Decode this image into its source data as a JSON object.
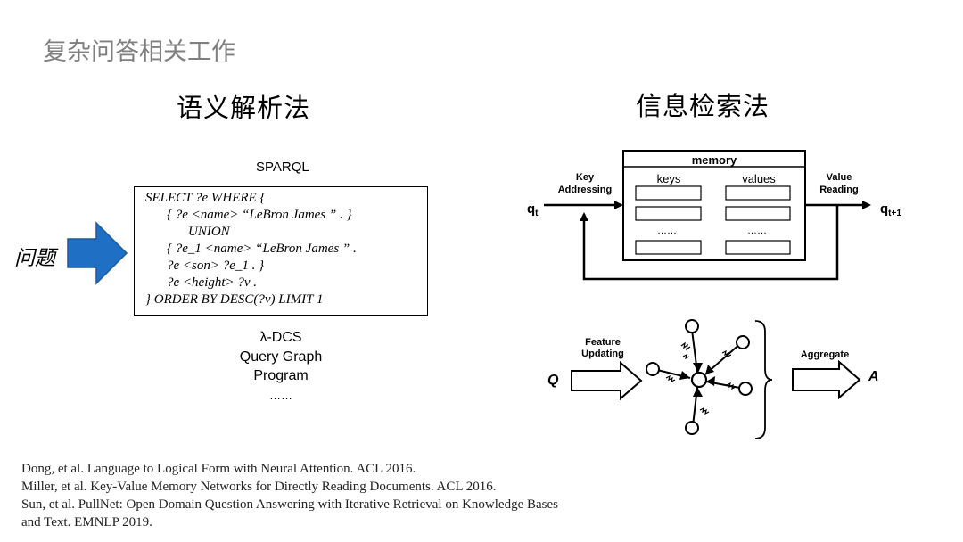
{
  "page_title": "复杂问答相关工作",
  "left_section": {
    "title": "语义解析法",
    "question_label": "问题",
    "sparql_label": "SPARQL",
    "sparql_lines": [
      "SELECT ?e WHERE {",
      "{ ?e <name> “LeBron James ” . }",
      "UNION",
      "{ ?e_1 <name> “LeBron James ” .",
      "?e <son> ?e_1 . }",
      "?e <height> ?v .",
      "} ORDER BY DESC(?v) LIMIT 1"
    ],
    "alternatives": [
      "λ-DCS",
      "Query Graph",
      "Program",
      "……"
    ]
  },
  "right_section": {
    "title": "信息检索法",
    "memory_diagram": {
      "memory_label": "memory",
      "keys_label": "keys",
      "values_label": "values",
      "ellipsis": "……",
      "key_addressing_line1": "Key",
      "key_addressing_line2": "Addressing",
      "value_reading_line1": "Value",
      "value_reading_line2": "Reading",
      "q_in": "q",
      "q_in_sub": "t",
      "q_out": "q",
      "q_out_sub": "t+1"
    },
    "graph_diagram": {
      "q_label": "Q",
      "feature_updating_line1": "Feature",
      "feature_updating_line2": "Updating",
      "aggregate_label": "Aggregate",
      "a_label": "A"
    }
  },
  "references": [
    "Dong, et al. Language to Logical Form with Neural Attention. ACL 2016.",
    "Miller, et al. Key-Value Memory Networks for Directly Reading Documents. ACL 2016.",
    "Sun, et al. PullNet: Open Domain Question Answering with Iterative Retrieval on Knowledge Bases",
    "and Text. EMNLP 2019."
  ]
}
